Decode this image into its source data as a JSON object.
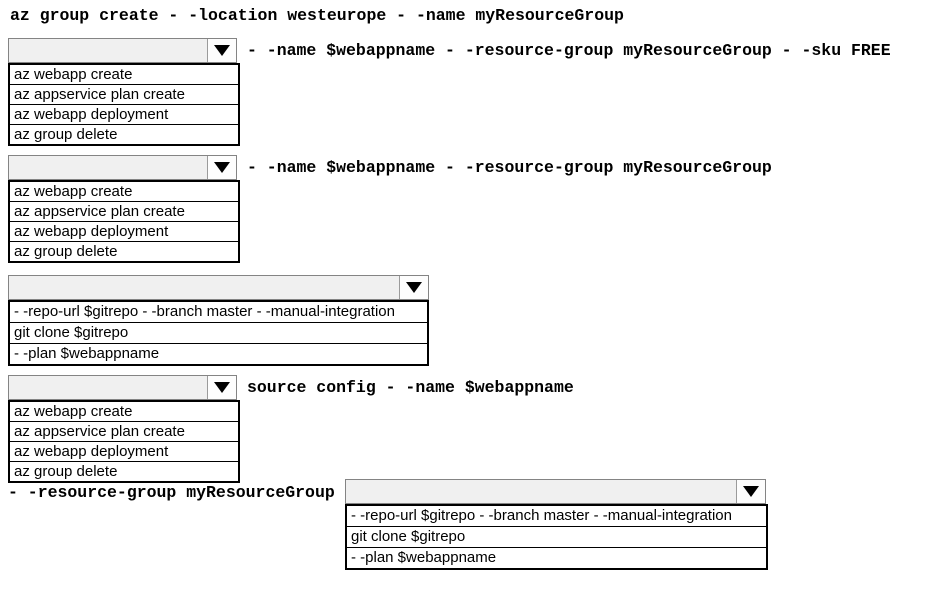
{
  "colors": {
    "background": "#ffffff",
    "combo_fill": "#f0f0f0",
    "combo_border": "#848484",
    "list_border": "#000000",
    "text": "#000000",
    "arrow": "#000000"
  },
  "header": {
    "command": "az group create - -location westeurope - -name myResourceGroup"
  },
  "groups": [
    {
      "selected": "",
      "suffix": "- -name $webappname - -resource-group myResourceGroup - -sku FREE",
      "options": [
        "az webapp create",
        "az appservice plan create",
        "az webapp deployment",
        "az group delete"
      ]
    },
    {
      "selected": "",
      "suffix": "- -name $webappname - -resource-group myResourceGroup",
      "options": [
        "az webapp create",
        "az appservice plan create",
        "az webapp deployment",
        "az group delete"
      ]
    },
    {
      "selected": "",
      "suffix": "",
      "options": [
        "- -repo-url $gitrepo - -branch master - -manual-integration",
        "git clone $gitrepo",
        "- -plan $webappname"
      ]
    },
    {
      "selected": "",
      "suffix": "source config - -name $webappname",
      "options": [
        "az webapp create",
        "az appservice plan create",
        "az webapp deployment",
        "az group delete"
      ]
    },
    {
      "prefix": "- -resource-group myResourceGroup",
      "selected": "",
      "options": [
        "- -repo-url $gitrepo - -branch master - -manual-integration",
        "git clone $gitrepo",
        "- -plan $webappname"
      ]
    }
  ]
}
